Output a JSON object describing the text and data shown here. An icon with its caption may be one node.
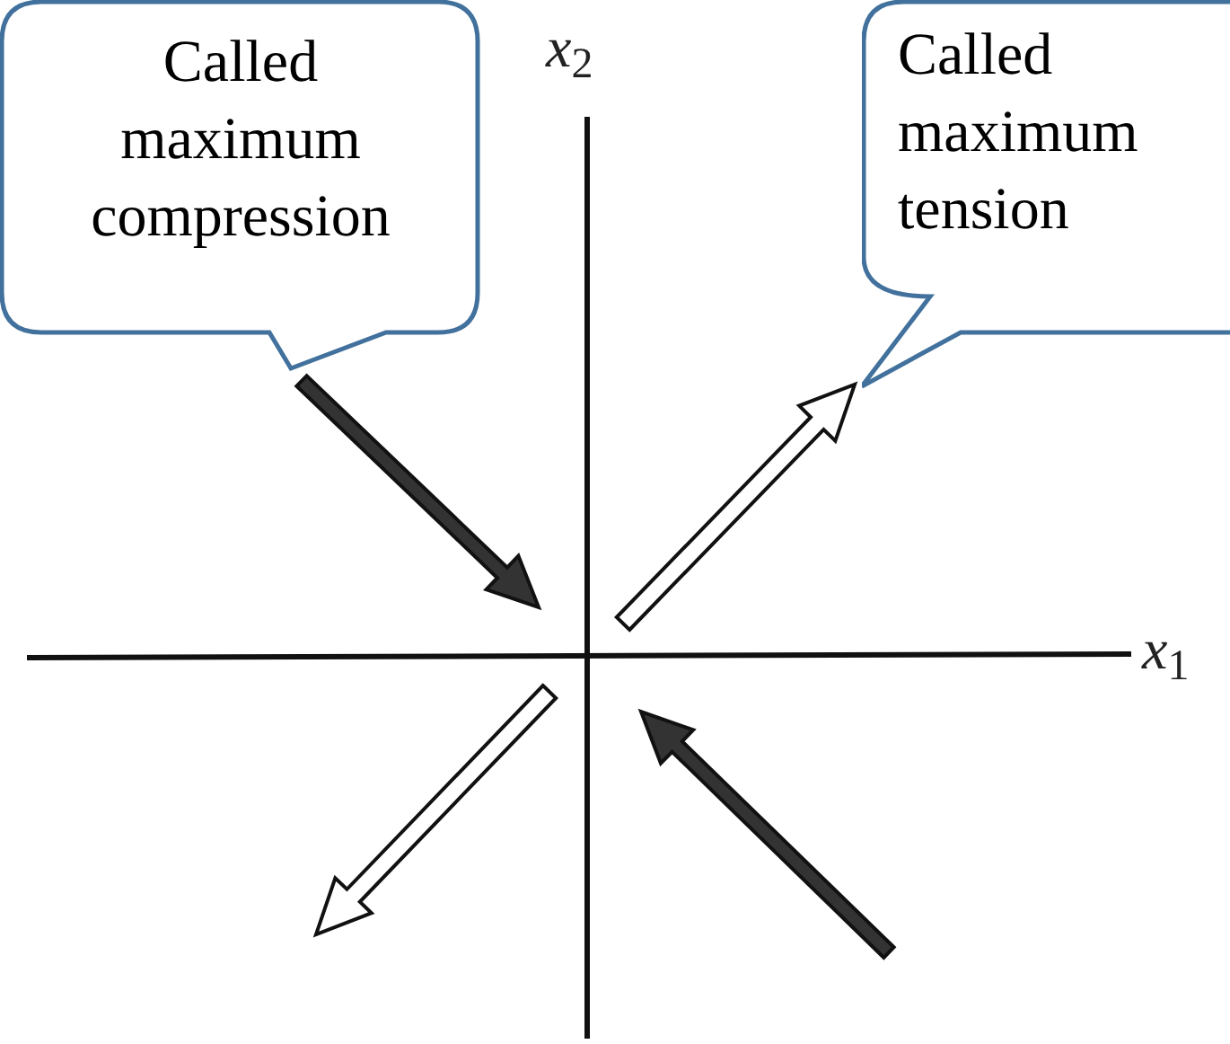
{
  "diagram": {
    "nodes": [
      {
        "text": [
          "Called maximum compression"
        ]
      },
      {
        "text": [
          "Called maximum tension"
        ]
      }
    ],
    "labels": [
      "*x*$_{2}$",
      "*x*$_{1}$"
    ]
  }
}
